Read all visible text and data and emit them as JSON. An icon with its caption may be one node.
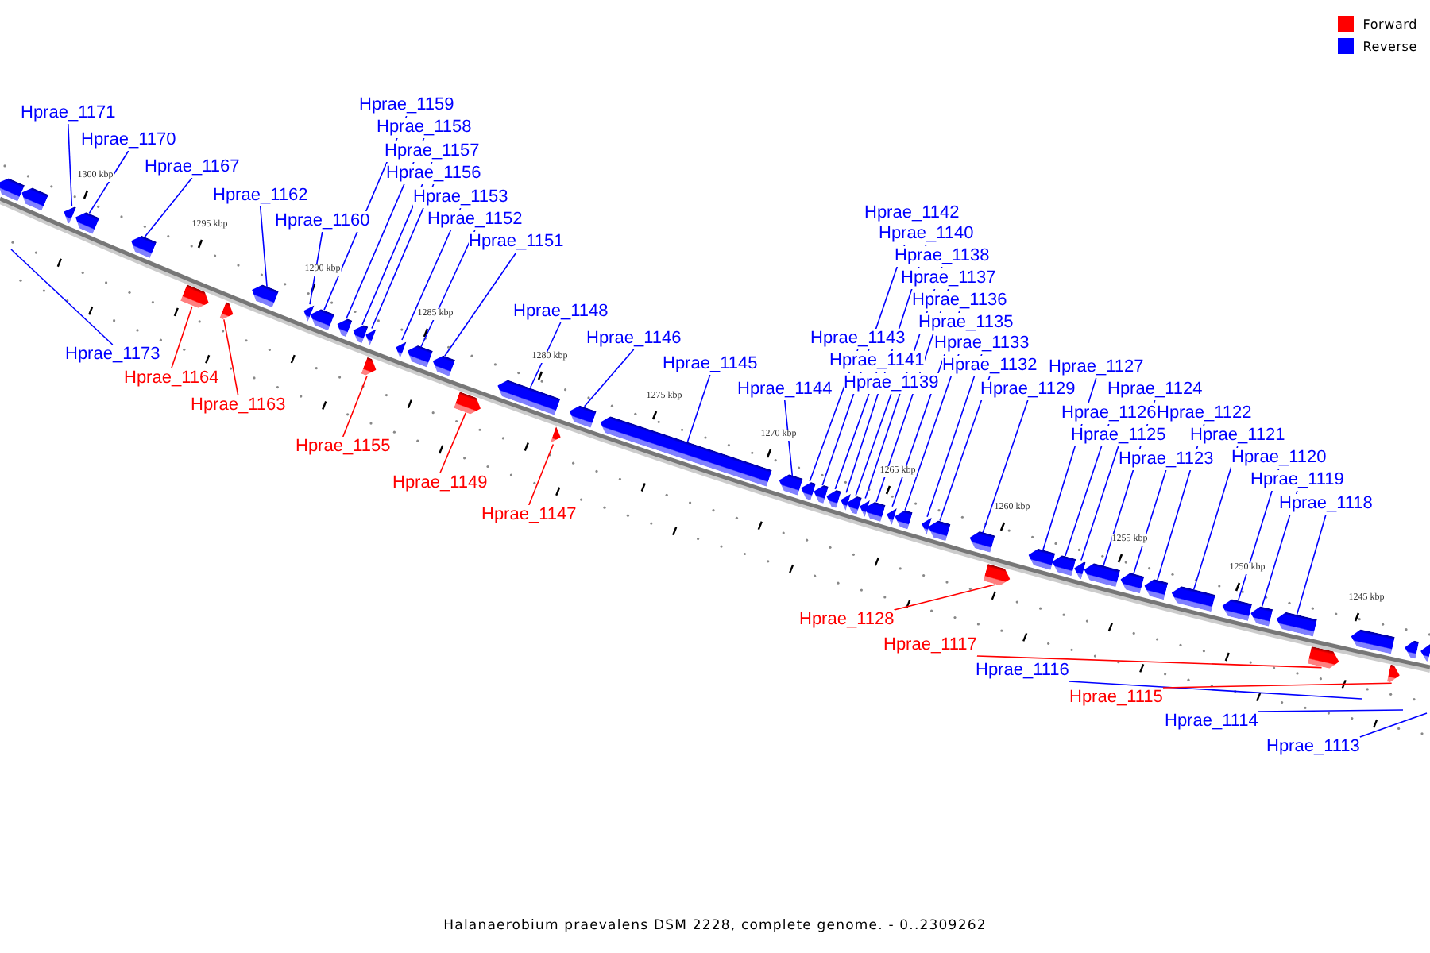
{
  "diagram": {
    "caption": "Halanaerobium praevalens DSM 2228, complete genome. - 0..2309262",
    "nodes": [
      {
        "text": [
          "Hprae_1171"
        ]
      },
      {
        "text": [
          "Hprae_1170"
        ]
      },
      {
        "text": [
          "Hprae_1167"
        ]
      },
      {
        "text": [
          "Hprae_1162"
        ]
      },
      {
        "text": [
          "Hprae_1160"
        ]
      },
      {
        "text": [
          "Hprae_1159"
        ]
      },
      {
        "text": [
          "Hprae_1158"
        ]
      },
      {
        "text": [
          "Hprae_1157"
        ]
      },
      {
        "text": [
          "Hprae_1156"
        ]
      },
      {
        "text": [
          "Hprae_1153"
        ]
      },
      {
        "text": [
          "Hprae_1152"
        ]
      },
      {
        "text": [
          "Hprae_1151"
        ]
      },
      {
        "text": [
          "Hprae_1173"
        ]
      },
      {
        "text": [
          "Hprae_1164"
        ]
      },
      {
        "text": [
          "Hprae_1163"
        ]
      },
      {
        "text": [
          "Hprae_1148"
        ]
      },
      {
        "text": [
          "Hprae_1146"
        ]
      },
      {
        "text": [
          "Hprae_1145"
        ]
      },
      {
        "text": [
          "Hprae_1144"
        ]
      },
      {
        "text": [
          "Hprae_1143"
        ]
      },
      {
        "text": [
          "Hprae_1142"
        ]
      },
      {
        "text": [
          "Hprae_1141"
        ]
      },
      {
        "text": [
          "Hprae_1140"
        ]
      },
      {
        "text": [
          "Hprae_1139"
        ]
      },
      {
        "text": [
          "Hprae_1138"
        ]
      },
      {
        "text": [
          "Hprae_1137"
        ]
      },
      {
        "text": [
          "Hprae_1136"
        ]
      },
      {
        "text": [
          "Hprae_1135"
        ]
      },
      {
        "text": [
          "Hprae_1133"
        ]
      },
      {
        "text": [
          "Hprae_1132"
        ]
      },
      {
        "text": [
          "Hprae_1129"
        ]
      },
      {
        "text": [
          "Hprae_1127"
        ]
      },
      {
        "text": [
          "Hprae_1124"
        ]
      },
      {
        "text": [
          "Hprae_1126"
        ]
      },
      {
        "text": [
          "Hprae_1122"
        ]
      },
      {
        "text": [
          "Hprae_1125"
        ]
      },
      {
        "text": [
          "Hprae_1121"
        ]
      },
      {
        "text": [
          "Hprae_1123"
        ]
      },
      {
        "text": [
          "Hprae_1120"
        ]
      },
      {
        "text": [
          "Hprae_1119"
        ]
      },
      {
        "text": [
          "Hprae_1118"
        ]
      },
      {
        "text": [
          "Hprae_1155"
        ]
      },
      {
        "text": [
          "Hprae_1149"
        ]
      },
      {
        "text": [
          "Hprae_1147"
        ]
      },
      {
        "text": [
          "Hprae_1128"
        ]
      },
      {
        "text": [
          "Hprae_1117"
        ]
      },
      {
        "text": [
          "Hprae_1116"
        ]
      },
      {
        "text": [
          "Hprae_1115"
        ]
      },
      {
        "text": [
          "Hprae_1114"
        ]
      },
      {
        "text": [
          "Hprae_1113"
        ]
      },
      {
        "text": [],
        "shape": "bar"
      },
      {
        "text": [],
        "shape": "bar"
      },
      {
        "text": [],
        "shape": "bar"
      },
      {
        "text": [],
        "shape": "bar"
      },
      {
        "text": [],
        "shape": "bar"
      },
      {
        "text": [],
        "shape": "bar"
      },
      {
        "text": [],
        "shape": "bar"
      },
      {
        "text": [],
        "shape": "bar"
      },
      {
        "text": [],
        "shape": "bar"
      },
      {
        "text": [],
        "shape": "bar"
      },
      {
        "text": [],
        "shape": "bar"
      },
      {
        "text": [],
        "shape": "bar"
      },
      {
        "text": [],
        "shape": "bar"
      },
      {
        "text": [],
        "shape": "bar"
      },
      {
        "text": [],
        "shape": "bar"
      },
      {
        "text": [],
        "shape": "bar"
      },
      {
        "text": [],
        "shape": "bar"
      },
      {
        "text": [],
        "shape": "bar"
      },
      {
        "text": [],
        "shape": "bar"
      },
      {
        "text": [],
        "shape": "bar"
      },
      {
        "text": [],
        "shape": "bar"
      },
      {
        "text": [],
        "shape": "bar"
      },
      {
        "text": [],
        "shape": "bar"
      },
      {
        "text": [],
        "shape": "bar"
      },
      {
        "text": [],
        "shape": "bar"
      },
      {
        "text": [],
        "shape": "bar"
      },
      {
        "text": [],
        "shape": "bar"
      },
      {
        "text": [],
        "shape": "bar"
      },
      {
        "text": [],
        "shape": "bar"
      },
      {
        "text": [],
        "shape": "bar"
      },
      {
        "text": [],
        "shape": "bar"
      },
      {
        "text": [],
        "shape": "bar"
      },
      {
        "text": [],
        "shape": "bar"
      },
      {
        "text": [],
        "shape": "bar"
      },
      {
        "text": [],
        "shape": "bar"
      },
      {
        "text": [],
        "shape": "bar"
      },
      {
        "text": [],
        "shape": "bar"
      },
      {
        "text": [],
        "shape": "bar"
      },
      {
        "text": [],
        "shape": "bar"
      },
      {
        "text": [],
        "shape": "bar"
      },
      {
        "text": [],
        "shape": "bar"
      },
      {
        "text": [],
        "shape": "bar"
      },
      {
        "text": [],
        "shape": "bar"
      },
      {
        "text": [],
        "shape": "bar"
      },
      {
        "text": [],
        "shape": "bar"
      },
      {
        "text": [],
        "shape": "bar"
      },
      {
        "text": [],
        "shape": "bar"
      },
      {
        "text": [],
        "shape": "bar"
      },
      {
        "text": [],
        "shape": "bar"
      },
      {
        "text": [],
        "shape": "bar"
      },
      {
        "text": [],
        "shape": "bar"
      }
    ],
    "edges": [
      {
        "from": 0,
        "to": 52,
        "arrow": "none"
      },
      {
        "from": 1,
        "to": 53,
        "arrow": "none"
      },
      {
        "from": 2,
        "to": 54,
        "arrow": "none"
      },
      {
        "from": 3,
        "to": 57,
        "arrow": "none"
      },
      {
        "from": 4,
        "to": 58,
        "arrow": "none"
      },
      {
        "from": 5,
        "to": 59,
        "arrow": "none"
      },
      {
        "from": 6,
        "to": 60,
        "arrow": "none"
      },
      {
        "from": 7,
        "to": 61,
        "arrow": "none"
      },
      {
        "from": 8,
        "to": 62,
        "arrow": "none"
      },
      {
        "from": 9,
        "to": 64,
        "arrow": "none"
      },
      {
        "from": 10,
        "to": 65,
        "arrow": "none"
      },
      {
        "from": 11,
        "to": 66,
        "arrow": "none"
      },
      {
        "from": 12,
        "to": null,
        "arrow": "none"
      },
      {
        "from": 13,
        "to": 55,
        "arrow": "none",
        "color": "#ff0000"
      },
      {
        "from": 14,
        "to": 56,
        "arrow": "none",
        "color": "#ff0000"
      },
      {
        "from": 15,
        "to": 68,
        "arrow": "none"
      },
      {
        "from": 16,
        "to": 70,
        "arrow": "none"
      },
      {
        "from": 17,
        "to": 71,
        "arrow": "none"
      },
      {
        "from": 18,
        "to": 72,
        "arrow": "none"
      },
      {
        "from": 19,
        "to": 73,
        "arrow": "none"
      },
      {
        "from": 20,
        "to": 74,
        "arrow": "none"
      },
      {
        "from": 21,
        "to": 75,
        "arrow": "none"
      },
      {
        "from": 22,
        "to": 76,
        "arrow": "none"
      },
      {
        "from": 23,
        "to": 77,
        "arrow": "none"
      },
      {
        "from": 24,
        "to": 78,
        "arrow": "none"
      },
      {
        "from": 25,
        "to": 79,
        "arrow": "none"
      },
      {
        "from": 26,
        "to": 80,
        "arrow": "none"
      },
      {
        "from": 27,
        "to": 81,
        "arrow": "none"
      },
      {
        "from": 28,
        "to": 82,
        "arrow": "none"
      },
      {
        "from": 29,
        "to": 83,
        "arrow": "none"
      },
      {
        "from": 30,
        "to": 84,
        "arrow": "none"
      },
      {
        "from": 31,
        "to": 86,
        "arrow": "none"
      },
      {
        "from": 32,
        "to": 89,
        "arrow": "none"
      },
      {
        "from": 33,
        "to": 87,
        "arrow": "none"
      },
      {
        "from": 34,
        "to": 91,
        "arrow": "none"
      },
      {
        "from": 35,
        "to": 88,
        "arrow": "none"
      },
      {
        "from": 36,
        "to": 92,
        "arrow": "none"
      },
      {
        "from": 37,
        "to": 90,
        "arrow": "none"
      },
      {
        "from": 38,
        "to": 93,
        "arrow": "none"
      },
      {
        "from": 39,
        "to": 94,
        "arrow": "none"
      },
      {
        "from": 40,
        "to": 95,
        "arrow": "none"
      },
      {
        "from": 41,
        "to": 63,
        "arrow": "none",
        "color": "#ff0000"
      },
      {
        "from": 42,
        "to": 67,
        "arrow": "none",
        "color": "#ff0000"
      },
      {
        "from": 43,
        "to": 69,
        "arrow": "none",
        "color": "#ff0000"
      },
      {
        "from": 44,
        "to": 85,
        "arrow": "none",
        "color": "#ff0000"
      },
      {
        "from": 45,
        "to": 96,
        "arrow": "none",
        "color": "#ff0000"
      },
      {
        "from": 46,
        "to": null,
        "arrow": "none"
      },
      {
        "from": 47,
        "to": 98,
        "arrow": "none",
        "color": "#ff0000"
      },
      {
        "from": 48,
        "to": null,
        "arrow": "none"
      },
      {
        "from": 49,
        "to": null,
        "arrow": "none"
      }
    ],
    "labels": [
      "1300 kbp",
      "1295 kbp",
      "1290 kbp",
      "1285 kbp",
      "1280 kbp",
      "1275 kbp",
      "1270 kbp",
      "1265 kbp",
      "1260 kbp",
      "1255 kbp",
      "1250 kbp",
      "1245 kbp"
    ],
    "legend": [
      {
        "text": "Forward",
        "color": "#ff0000"
      },
      {
        "text": "Reverse",
        "color": "#0000ff"
      }
    ]
  }
}
